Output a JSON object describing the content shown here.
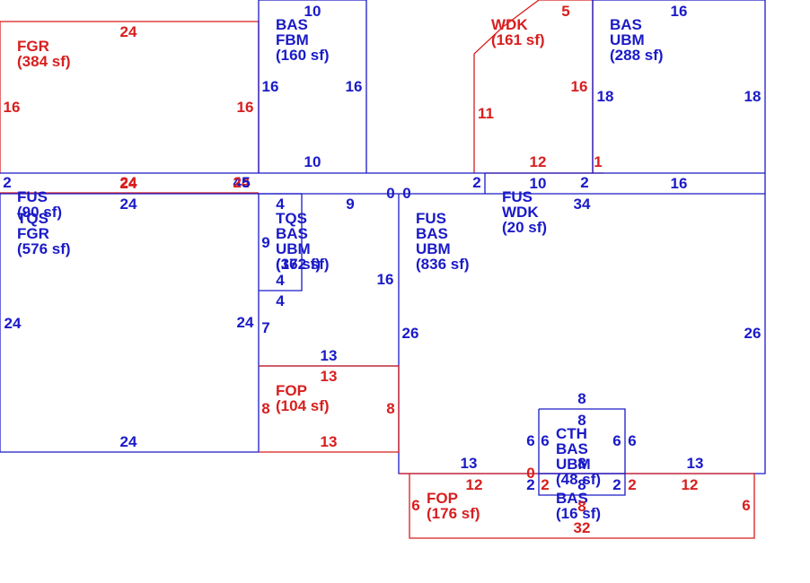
{
  "colors": {
    "blue": "#1a1ac8",
    "red": "#d81e1e"
  },
  "areas": [
    {
      "key": "fgr_top",
      "color": "red",
      "lines": [
        "FGR",
        "(384 sf)"
      ]
    },
    {
      "key": "bas_fbm",
      "color": "blue",
      "lines": [
        "BAS",
        "FBM",
        "(160 sf)"
      ]
    },
    {
      "key": "wdk_top",
      "color": "red",
      "lines": [
        "WDK",
        "(161 sf)"
      ]
    },
    {
      "key": "bas_ubm_top",
      "color": "blue",
      "lines": [
        "BAS",
        "UBM",
        "(288 sf)"
      ]
    },
    {
      "key": "fus_90",
      "color": "blue",
      "lines": [
        "FUS",
        "(90 sf)"
      ]
    },
    {
      "key": "tqs_fgr",
      "color": "blue",
      "lines": [
        "TQS",
        "FGR",
        "(576 sf)"
      ]
    },
    {
      "key": "tqs_bas_ubm_a",
      "color": "blue",
      "lines": [
        "TQS",
        "BAS",
        "UBM",
        "(36 sf)"
      ]
    },
    {
      "key": "tqs_bas_ubm_b",
      "color": "blue",
      "lines": [
        "",
        "",
        "",
        "(172 sf)"
      ]
    },
    {
      "key": "fus_bas_ubm",
      "color": "blue",
      "lines": [
        "FUS",
        "BAS",
        "UBM",
        "(836 sf)"
      ]
    },
    {
      "key": "fus_wdk",
      "color": "blue",
      "lines": [
        "FUS",
        "WDK",
        "(20 sf)"
      ]
    },
    {
      "key": "fop_104",
      "color": "red",
      "lines": [
        "FOP",
        "(104 sf)"
      ]
    },
    {
      "key": "cth_bas_ubm",
      "color": "blue",
      "lines": [
        "CTH",
        "BAS",
        "UBM",
        "(48 sf)"
      ]
    },
    {
      "key": "bas_16",
      "color": "blue",
      "lines": [
        "BAS",
        "(16 sf)"
      ]
    },
    {
      "key": "fop_176",
      "color": "red",
      "lines": [
        "FOP",
        "(176 sf)"
      ]
    }
  ],
  "dimensions": [
    {
      "key": "d1",
      "color": "red",
      "text": "24"
    },
    {
      "key": "d2",
      "color": "red",
      "text": "16"
    },
    {
      "key": "d3",
      "color": "red",
      "text": "16"
    },
    {
      "key": "d4",
      "color": "red",
      "text": "24"
    },
    {
      "key": "d5",
      "color": "blue",
      "text": "10"
    },
    {
      "key": "d6",
      "color": "blue",
      "text": "16"
    },
    {
      "key": "d7",
      "color": "blue",
      "text": "16"
    },
    {
      "key": "d8",
      "color": "blue",
      "text": "10"
    },
    {
      "key": "d9",
      "color": "red",
      "text": "5"
    },
    {
      "key": "d10",
      "color": "red",
      "text": "16"
    },
    {
      "key": "d11",
      "color": "red",
      "text": "11"
    },
    {
      "key": "d12",
      "color": "red",
      "text": "12"
    },
    {
      "key": "d13",
      "color": "red",
      "text": "1"
    },
    {
      "key": "d14",
      "color": "blue",
      "text": "16"
    },
    {
      "key": "d15",
      "color": "blue",
      "text": "18"
    },
    {
      "key": "d16",
      "color": "blue",
      "text": "18"
    },
    {
      "key": "d17",
      "color": "blue",
      "text": "16"
    },
    {
      "key": "d18",
      "color": "blue",
      "text": "2"
    },
    {
      "key": "d19",
      "color": "blue",
      "text": "45"
    },
    {
      "key": "d20",
      "color": "blue",
      "text": "0"
    },
    {
      "key": "d21",
      "color": "blue",
      "text": "0"
    },
    {
      "key": "d22",
      "color": "blue",
      "text": "2"
    },
    {
      "key": "d23",
      "color": "blue",
      "text": "10"
    },
    {
      "key": "d24",
      "color": "blue",
      "text": "2"
    },
    {
      "key": "d25",
      "color": "blue",
      "text": "24"
    },
    {
      "key": "d26",
      "color": "blue",
      "text": "24"
    },
    {
      "key": "d27",
      "color": "blue",
      "text": "24"
    },
    {
      "key": "d28",
      "color": "blue",
      "text": "24"
    },
    {
      "key": "d29",
      "color": "blue",
      "text": "4"
    },
    {
      "key": "d30",
      "color": "blue",
      "text": "9"
    },
    {
      "key": "d31",
      "color": "blue",
      "text": "9"
    },
    {
      "key": "d32",
      "color": "blue",
      "text": "4"
    },
    {
      "key": "d33",
      "color": "blue",
      "text": "4"
    },
    {
      "key": "d34",
      "color": "blue",
      "text": "7"
    },
    {
      "key": "d35",
      "color": "blue",
      "text": "16"
    },
    {
      "key": "d36",
      "color": "blue",
      "text": "13"
    },
    {
      "key": "d37",
      "color": "blue",
      "text": "34"
    },
    {
      "key": "d38",
      "color": "blue",
      "text": "26"
    },
    {
      "key": "d39",
      "color": "blue",
      "text": "26"
    },
    {
      "key": "d40",
      "color": "red",
      "text": "13"
    },
    {
      "key": "d41",
      "color": "red",
      "text": "8"
    },
    {
      "key": "d42",
      "color": "red",
      "text": "8"
    },
    {
      "key": "d43",
      "color": "red",
      "text": "13"
    },
    {
      "key": "d44",
      "color": "blue",
      "text": "8"
    },
    {
      "key": "d45",
      "color": "blue",
      "text": "8"
    },
    {
      "key": "d46",
      "color": "blue",
      "text": "6"
    },
    {
      "key": "d47",
      "color": "blue",
      "text": "6"
    },
    {
      "key": "d48",
      "color": "blue",
      "text": "6"
    },
    {
      "key": "d49",
      "color": "blue",
      "text": "6"
    },
    {
      "key": "d50",
      "color": "blue",
      "text": "8"
    },
    {
      "key": "d51",
      "color": "blue",
      "text": "8"
    },
    {
      "key": "d52",
      "color": "blue",
      "text": "13"
    },
    {
      "key": "d53",
      "color": "blue",
      "text": "13"
    },
    {
      "key": "d54",
      "color": "blue",
      "text": "2"
    },
    {
      "key": "d55",
      "color": "blue",
      "text": "2"
    },
    {
      "key": "d56",
      "color": "red",
      "text": "0"
    },
    {
      "key": "d57",
      "color": "red",
      "text": "12"
    },
    {
      "key": "d58",
      "color": "red",
      "text": "12"
    },
    {
      "key": "d59",
      "color": "red",
      "text": "2"
    },
    {
      "key": "d60",
      "color": "red",
      "text": "2"
    },
    {
      "key": "d61",
      "color": "red",
      "text": "6"
    },
    {
      "key": "d62",
      "color": "red",
      "text": "6"
    },
    {
      "key": "d63",
      "color": "red",
      "text": "8"
    },
    {
      "key": "d64",
      "color": "red",
      "text": "32"
    },
    {
      "key": "d65",
      "color": "red",
      "text": "24"
    },
    {
      "key": "d66",
      "color": "red",
      "text": "24"
    },
    {
      "key": "d67",
      "color": "blue",
      "text": "5"
    }
  ]
}
